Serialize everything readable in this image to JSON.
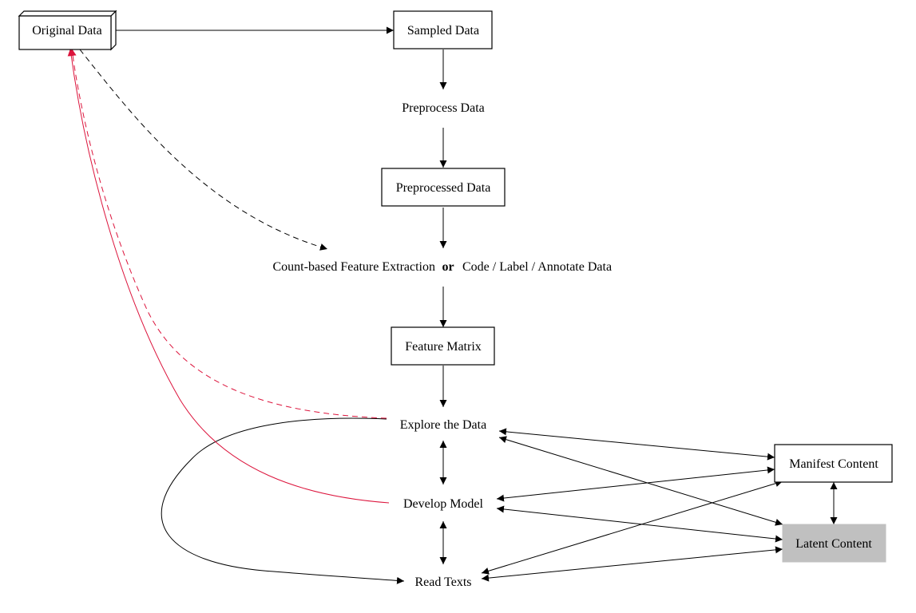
{
  "nodes": {
    "original_data": "Original Data",
    "sampled_data": "Sampled Data",
    "preprocess_data": "Preprocess Data",
    "preprocessed_data": "Preprocessed Data",
    "feature_extraction_left": "Count-based Feature Extraction",
    "feature_extraction_or": "or",
    "feature_extraction_right": "Code / Label / Annotate Data",
    "feature_matrix": "Feature Matrix",
    "explore": "Explore the Data",
    "develop": "Develop Model",
    "read": "Read Texts",
    "manifest": "Manifest Content",
    "latent": "Latent Content"
  },
  "colors": {
    "line": "#000000",
    "highlight": "#dc143c",
    "latent_fill": "#c0c0c0"
  }
}
